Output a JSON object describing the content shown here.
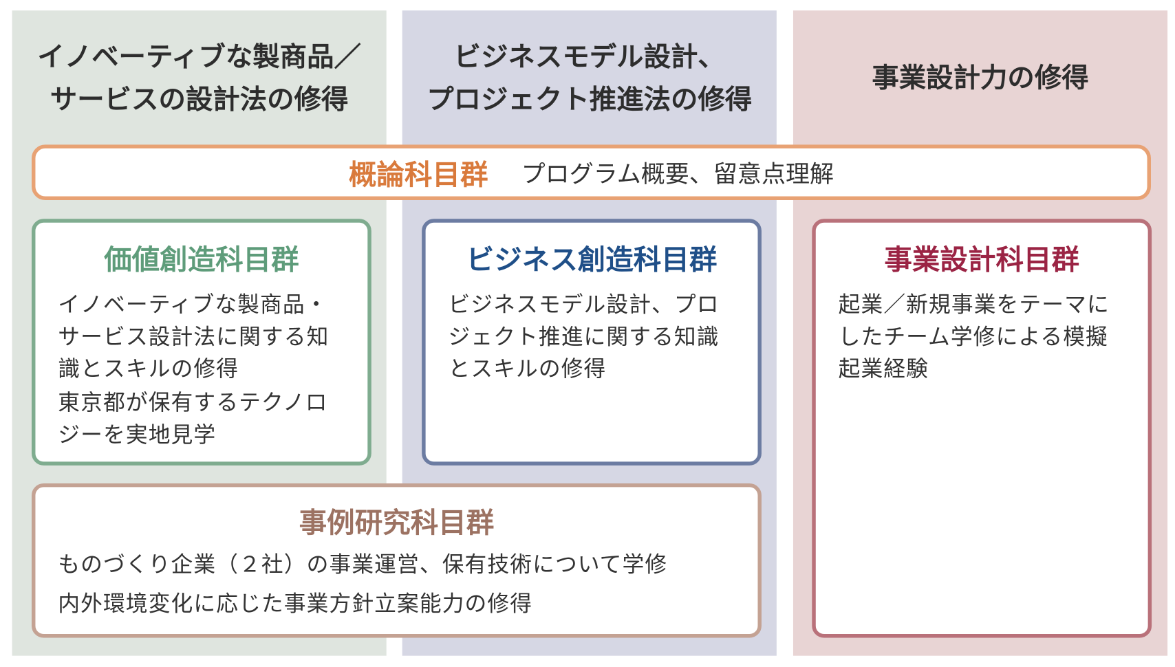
{
  "columns": [
    {
      "heading_lines": [
        "イノベーティブな製商品／",
        "サービスの設計法の修得"
      ],
      "bg": "#dfe5df"
    },
    {
      "heading_lines": [
        "ビジネスモデル設計、",
        "プロジェクト推進法の修得"
      ],
      "bg": "#d6d7e4"
    },
    {
      "heading_lines": [
        "事業設計力の修得"
      ],
      "bg": "#e8d4d4"
    }
  ],
  "overview": {
    "title": "概論科目群",
    "text": "プログラム概要、留意点理解",
    "color": "#d97a3c"
  },
  "groups": {
    "value": {
      "title": "価値創造科目群",
      "color": "#5e9c7a",
      "items": [
        "イノベーティブな製商品・サービス設計法に関する知識とスキルの修得",
        "東京都が保有するテクノロジーを実地見学"
      ]
    },
    "business": {
      "title": "ビジネス創造科目群",
      "color": "#1f4f88",
      "items": [
        "ビジネスモデル設計、プロジェクト推進に関する知識とスキルの修得"
      ]
    },
    "enterprise": {
      "title": "事業設計科目群",
      "color": "#9b2444",
      "items": [
        "起業／新規事業をテーマにしたチーム学修による模擬起業経験"
      ]
    },
    "case": {
      "title": "事例研究科目群",
      "color": "#9c7262",
      "items": [
        "ものづくり企業（２社）の事業運営、保有技術について学修",
        "内外環境変化に応じた事業方針立案能力の修得"
      ]
    }
  }
}
